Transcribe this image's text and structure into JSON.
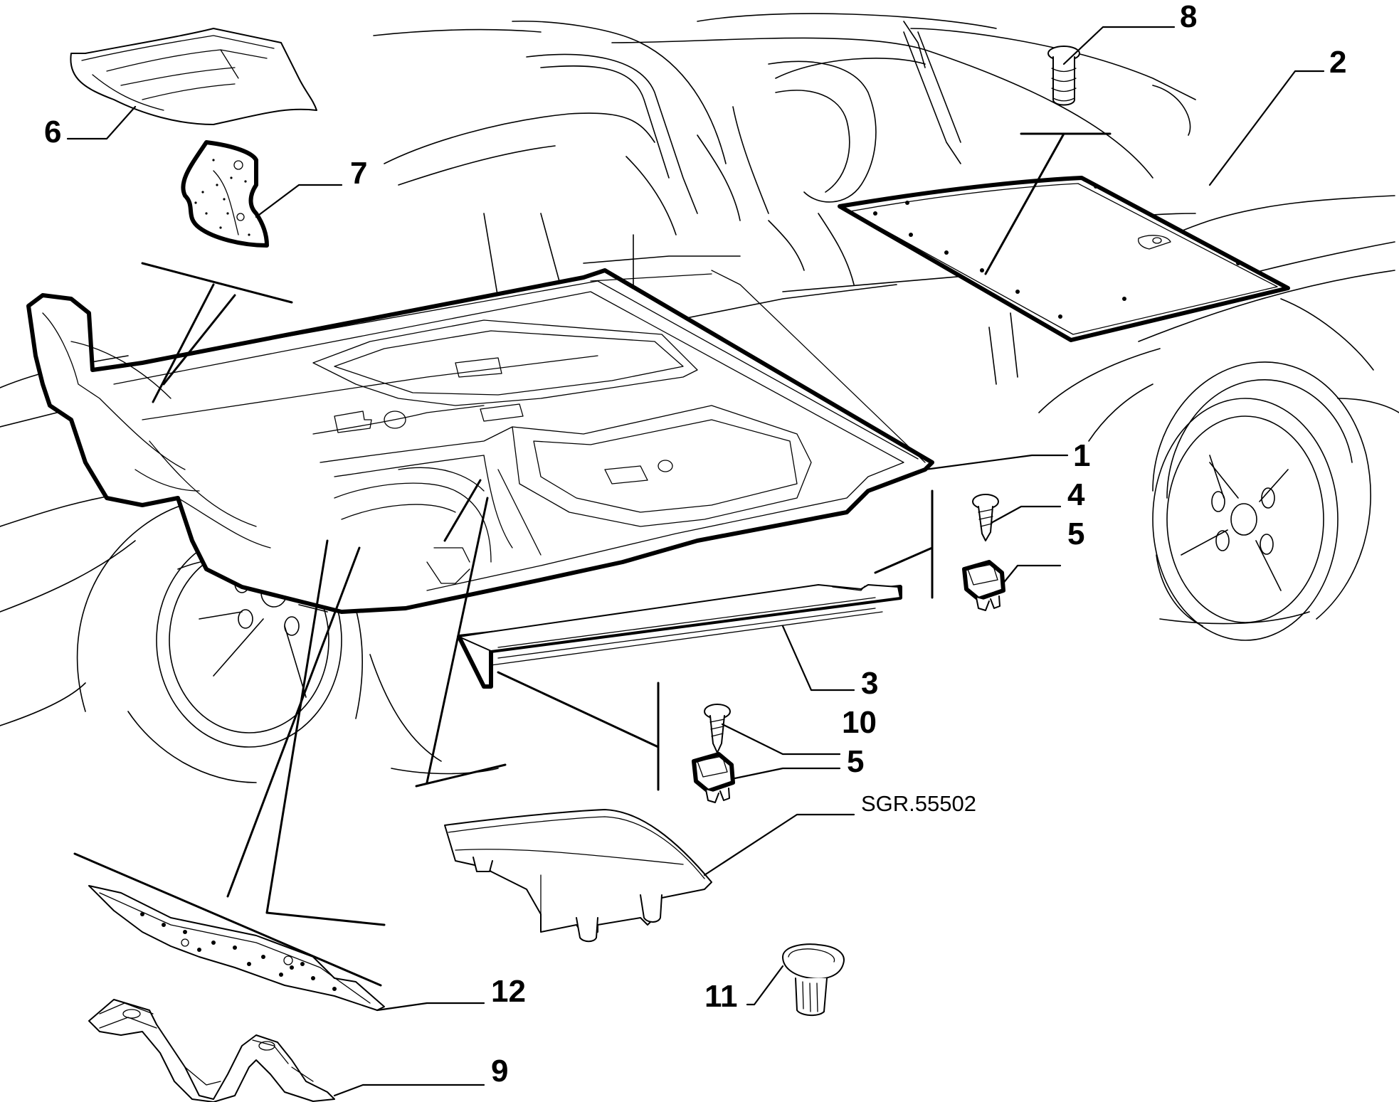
{
  "diagram": {
    "callouts": {
      "c1": "1",
      "c2": "2",
      "c3": "3",
      "c4": "4",
      "c5a": "5",
      "c5b": "5",
      "c6": "6",
      "c7": "7",
      "c8": "8",
      "c9": "9",
      "c10": "10",
      "c11": "11",
      "c12": "12"
    },
    "drawing_code": "SGR.55502"
  }
}
